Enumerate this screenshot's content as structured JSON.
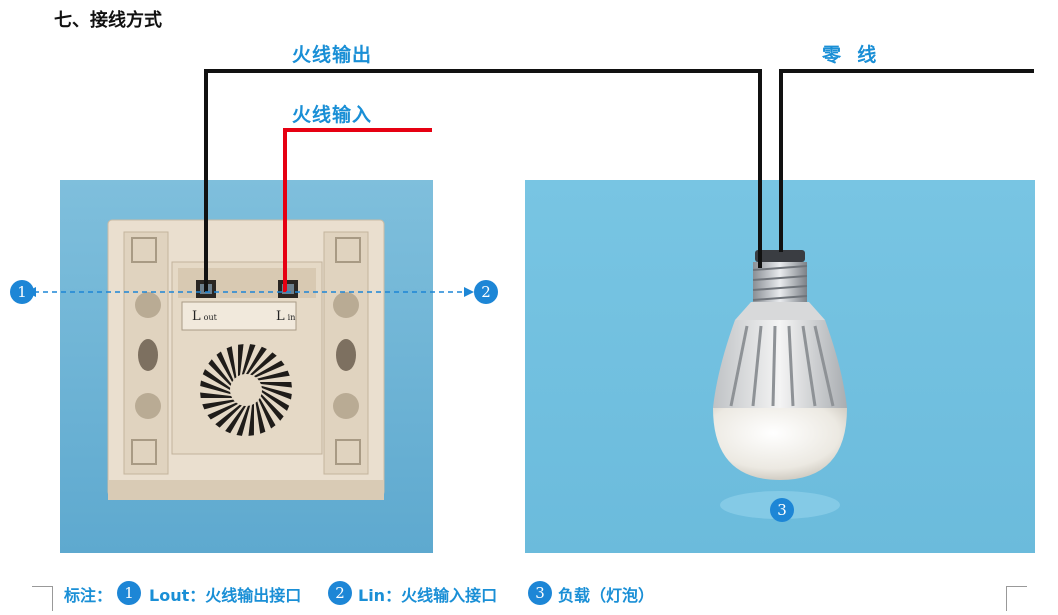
{
  "title": "七、接线方式",
  "wire_labels": {
    "live_out": "火线输出",
    "live_in": "火线输入",
    "neutral": "零  线"
  },
  "switch": {
    "terminal_out": {
      "main": "L",
      "sub": "out"
    },
    "terminal_in": {
      "main": "L",
      "sub": "in"
    }
  },
  "markers": {
    "m1": "1",
    "m2": "2",
    "m3": "3"
  },
  "legend": {
    "prefix": "标注：",
    "items": [
      {
        "num": "1",
        "text": "Lout：火线输出接口"
      },
      {
        "num": "2",
        "text": "Lin：火线输入接口"
      },
      {
        "num": "3",
        "text": "负载（灯泡）"
      }
    ]
  },
  "colors": {
    "live_in_wire": "#e60012",
    "wire": "#111111",
    "accent": "#1a8fd6",
    "photo_bg_left": "#7fbfdc",
    "photo_bg_right": "#73c2e1"
  }
}
